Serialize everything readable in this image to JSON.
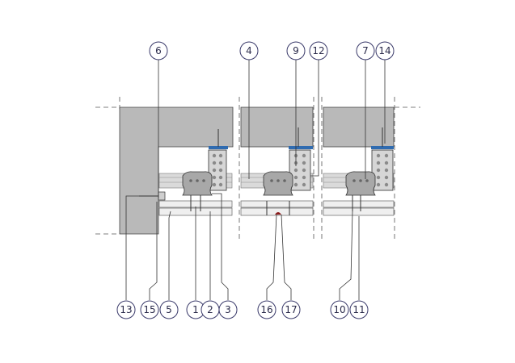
{
  "callouts": {
    "top": [
      "6",
      "4",
      "9",
      "12",
      "7",
      "14"
    ],
    "bottom": [
      "13",
      "15",
      "5",
      "1",
      "2",
      "3",
      "16",
      "17",
      "10",
      "11"
    ]
  },
  "colors": {
    "concrete": "#b9b9b9",
    "sealing_strip": "#2f6bb0",
    "callout_outline": "#3a3a6a"
  }
}
